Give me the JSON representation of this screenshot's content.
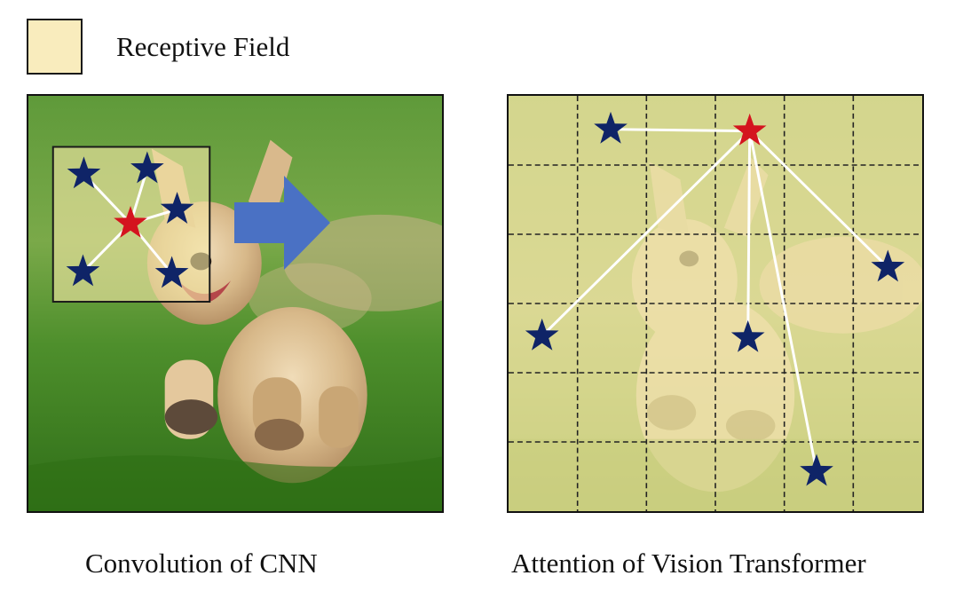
{
  "legend": {
    "label": "Receptive Field",
    "swatch_color": "#f9ecbd"
  },
  "captions": {
    "cnn": "Convolution of CNN",
    "vit": "Attention of Vision Transformer"
  },
  "colors": {
    "query_star": "#d4141e",
    "key_star": "#0f2467",
    "link_line": "#ffffff",
    "arrow": "#4a71c4",
    "grid_line": "#222222",
    "overlay": "#f4e7a8"
  },
  "icons": [
    "star-icon",
    "right-arrow-icon"
  ],
  "grid": {
    "rows": 6,
    "cols": 6
  }
}
